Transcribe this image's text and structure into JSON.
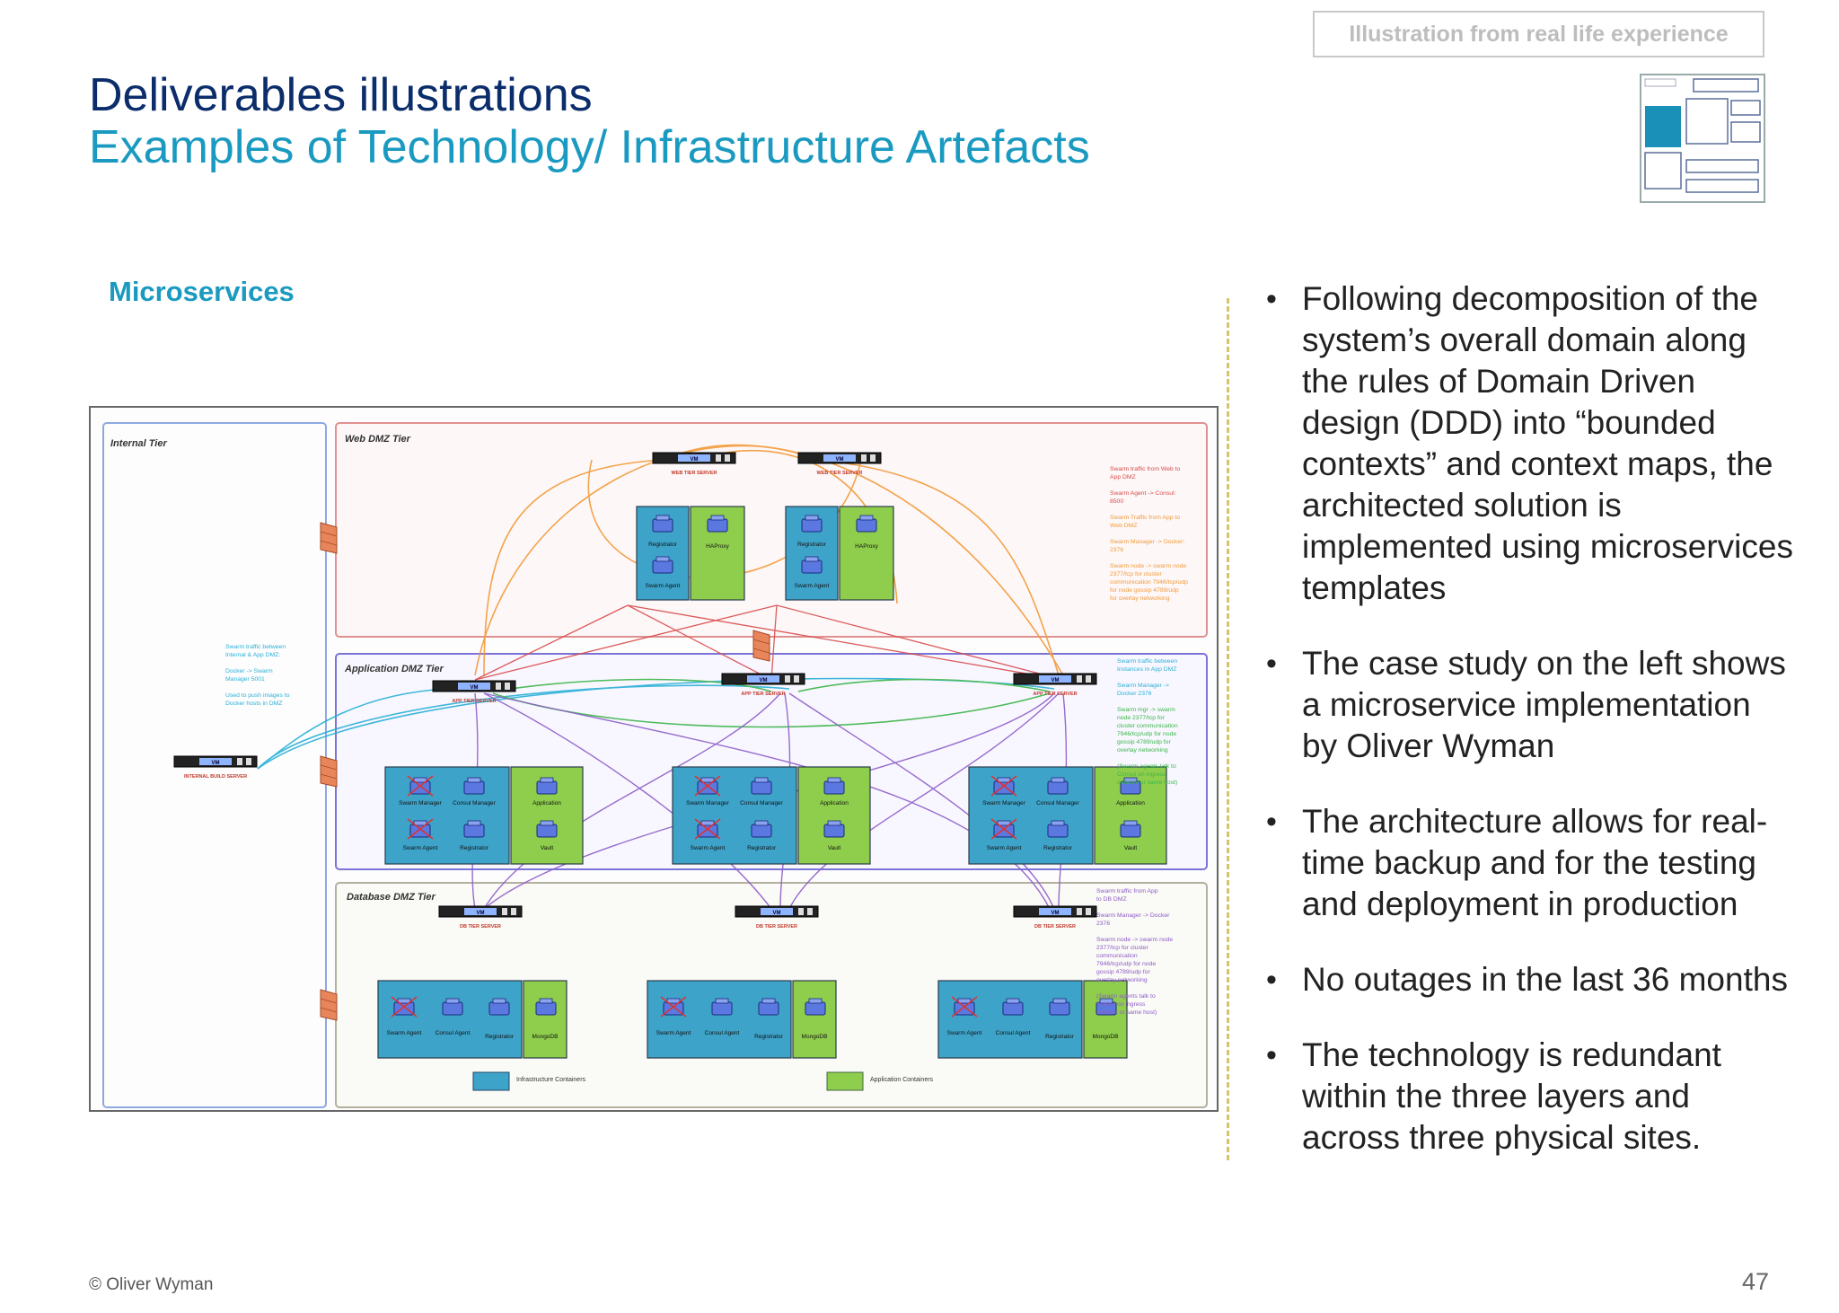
{
  "header": {
    "title": "Deliverables illustrations",
    "subtitle": "Examples of Technology/ Infrastructure Artefacts",
    "badge": "Illustration from real life experience"
  },
  "section_title": "Microservices",
  "bullets": [
    "Following decomposition of the system’s overall domain along the rules of Domain Driven design (DDD) into “bounded contexts” and context maps, the architected solution is implemented using microservices templates",
    "The case study on the left shows a microservice implementation by Oliver Wyman",
    "The architecture allows for real-time backup and for the testing and deployment in production",
    "No outages in the last 36 months",
    "The technology is redundant within the three layers and across three physical sites."
  ],
  "footer": {
    "copyright": "© Oliver Wyman",
    "page": "47"
  },
  "diagram": {
    "tiers": {
      "internal": "Internal Tier",
      "web": "Web DMZ Tier",
      "app": "Application DMZ Tier",
      "db": "Database DMZ Tier"
    },
    "vm_label": "VM",
    "servers": {
      "web1": "WEB TIER SERVER",
      "web2": "WEB TIER SERVER",
      "app": "APP TIER SERVER",
      "db": "DB TIER SERVER",
      "build": "INTERNAL BUILD SERVER"
    },
    "containers": {
      "registrator": "Registrator",
      "haproxy": "HAProxy",
      "swarm_agent": "Swarm Agent",
      "swarm_manager": "Swarm Manager",
      "consul_manager": "Consul Manager",
      "consul_agent": "Consul Agent",
      "application": "Application",
      "vault": "Vault",
      "mongodb": "MongoDB"
    },
    "notes": {
      "web": [
        "Swarm traffic from Web to App DMZ",
        "Swarm Agent -> Consul: 8500",
        "Swarm Traffic from App to Web DMZ",
        "Swarm Manager -> Docker: 2376",
        "Swarm node -> swarm node 2377/tcp for cluster communication 7946/tcp/udp for node gossip 4789/udp for overlay networking"
      ],
      "app": [
        "Swarm traffic between Instances in App DMZ",
        "Swarm Manager -> Docker 2376",
        "Swarm mgr -> swarm node 2377/tcp for cluster communication 7946/tcp/udp for node gossip 4789/udp for overlay networking",
        "(Swarm agents talk to Consul on ingress network or same host)"
      ],
      "db": [
        "Swarm traffic from App to DB DMZ",
        "Swarm Manager -> Docker 2376",
        "Swarm node -> swarm node 2377/tcp for cluster communication 7946/tcp/udp for node gossip 4789/udp for overlay networking",
        "(Swarm agents talk to Consul on ingress network or same host)"
      ],
      "internal": [
        "Swarm traffic between Internal & App DMZ:",
        "Docker -> Swarm Manager 5001",
        "Used to push images to Docker hosts in DMZ"
      ]
    },
    "legend": {
      "infra": "Infrastructure Containers",
      "app": "Application Containers"
    },
    "colors": {
      "infra": "#3ea3c9",
      "app": "#8fce4c",
      "orange": "#f29a38",
      "red": "#d94b4b",
      "purple": "#8d5cc7",
      "cyan": "#2ab0d6",
      "green": "#3cb54a"
    }
  }
}
